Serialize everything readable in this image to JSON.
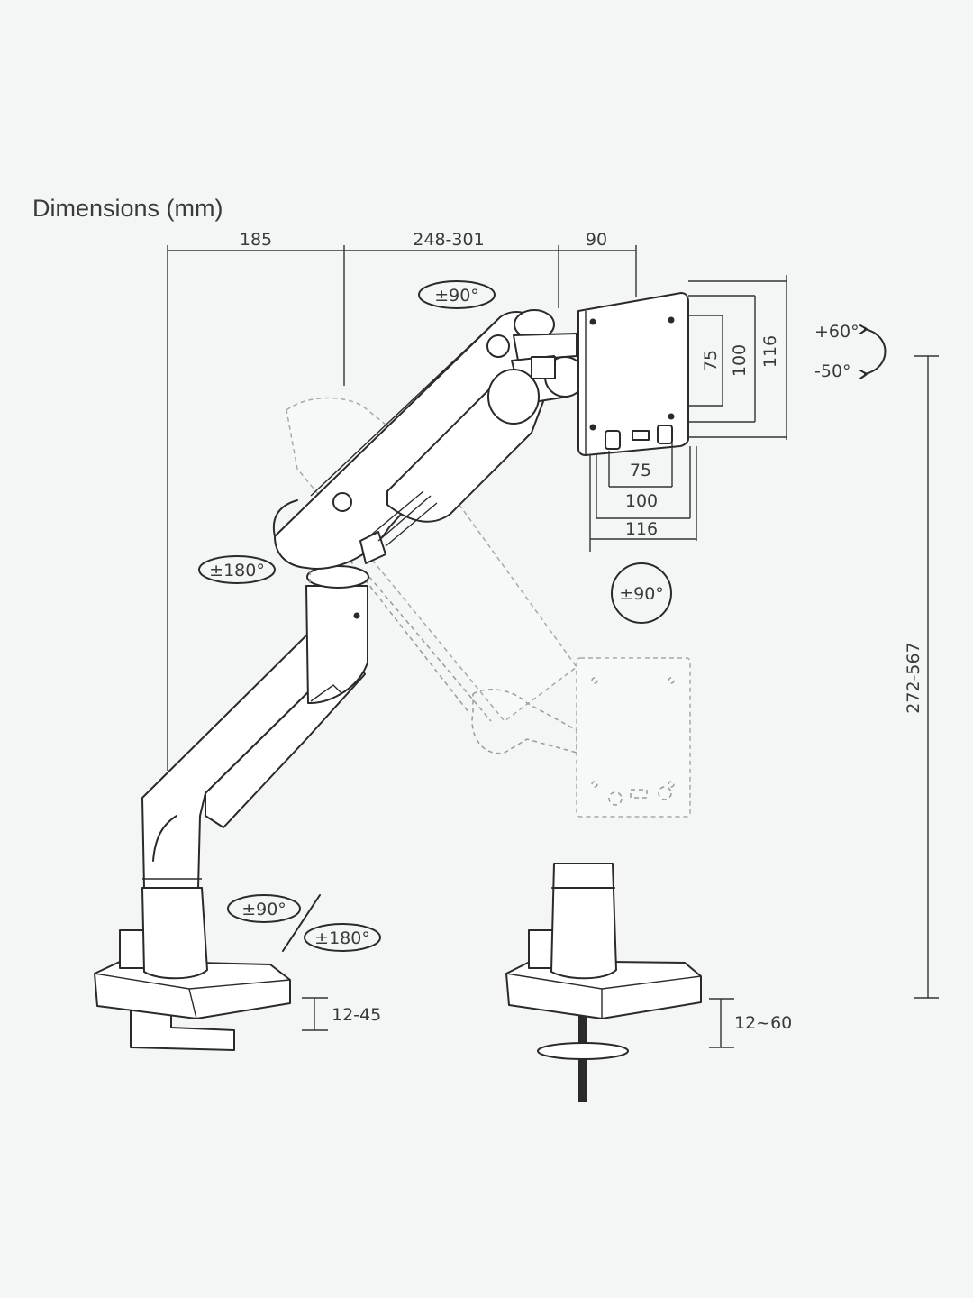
{
  "title": "Dimensions (mm)",
  "labels": {
    "base_to_pivot": "185",
    "arm_extension": "248-301",
    "head_offset": "90",
    "vesa_inner_v": "75",
    "vesa_mid_v": "100",
    "plate_v": "116",
    "vesa_inner_h": "75",
    "vesa_mid_h": "100",
    "plate_h": "116",
    "tilt_up": "+60°",
    "tilt_down": "-50°",
    "height_range": "272-567",
    "head_swivel": "±90°",
    "elbow_rotation": "±180°",
    "monitor_rotation": "±90°",
    "base_swivel": "±90°",
    "base_rotation": "±180°",
    "clamp_range": "12-45",
    "grommet_range": "12~60"
  }
}
